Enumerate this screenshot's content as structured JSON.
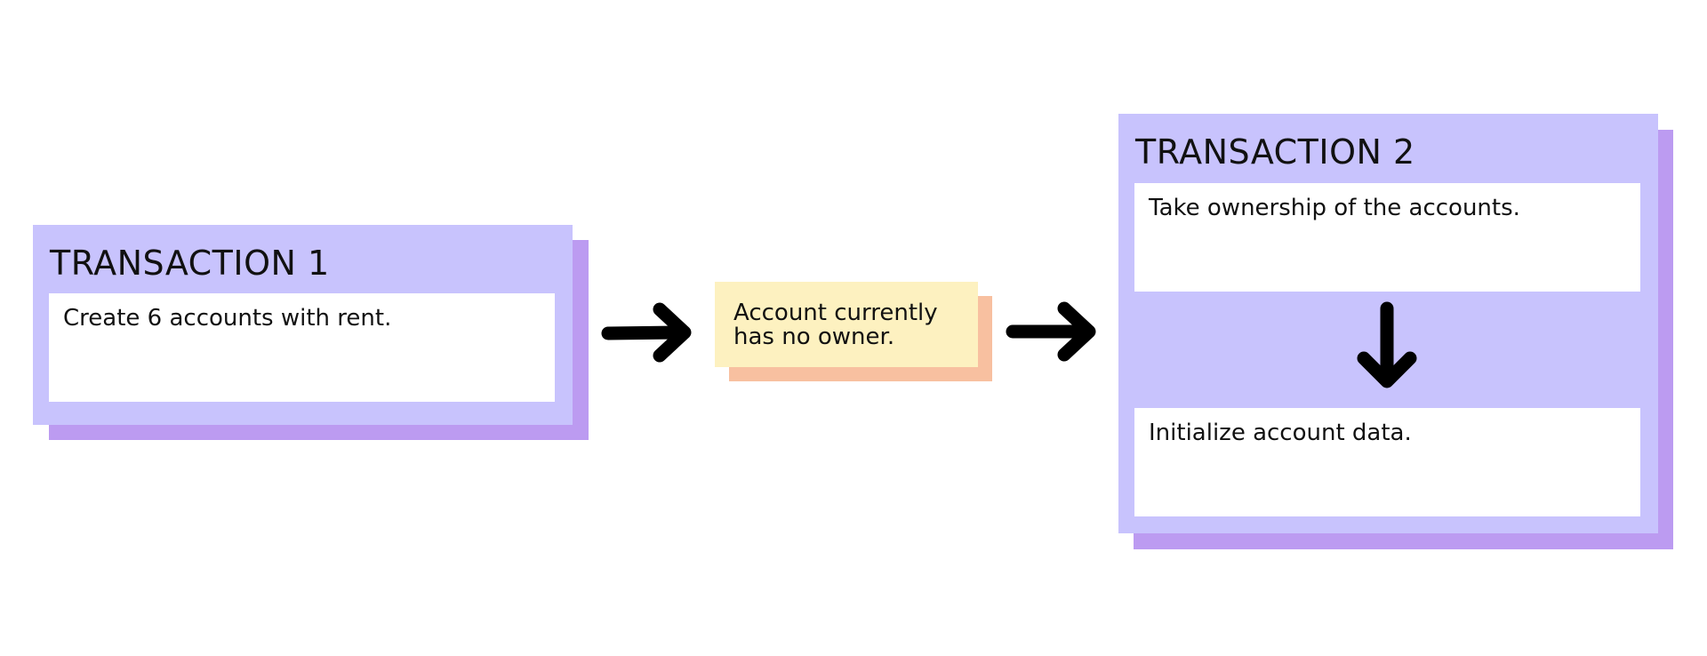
{
  "colors": {
    "panel_fill": "#c8c3fd",
    "panel_shadow": "#bc9bf1",
    "note_fill": "#fdf1c0",
    "note_shadow": "#f8c0a0",
    "inner_fill": "#ffffff",
    "arrow": "#000000"
  },
  "transaction1": {
    "title": "TRANSACTION 1",
    "step": "Create 6 accounts with rent."
  },
  "note": {
    "text": "Account currently has no owner."
  },
  "transaction2": {
    "title": "TRANSACTION 2",
    "step1": "Take ownership of the accounts.",
    "step2": "Initialize account data."
  },
  "icons": {
    "arrow_1": "arrow-right-icon",
    "arrow_2": "arrow-right-icon",
    "arrow_3": "arrow-down-icon"
  }
}
